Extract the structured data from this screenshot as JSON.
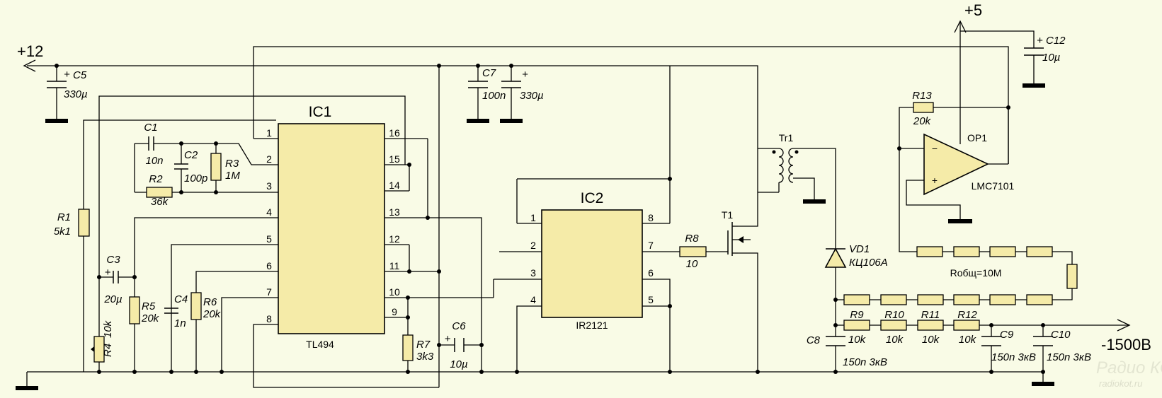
{
  "rails": {
    "v12": "+12",
    "v5": "+5",
    "hv": "-1500В"
  },
  "ics": {
    "ic1": {
      "name": "IC1",
      "part": "TL494",
      "left_pins": [
        "1",
        "2",
        "3",
        "4",
        "5",
        "6",
        "7",
        "8"
      ],
      "right_pins": [
        "16",
        "15",
        "14",
        "13",
        "12",
        "11",
        "10",
        "9"
      ]
    },
    "ic2": {
      "name": "IC2",
      "part": "IR2121",
      "left_pins": [
        "1",
        "2",
        "3",
        "4"
      ],
      "right_pins": [
        "8",
        "7",
        "6",
        "5"
      ]
    },
    "op1": {
      "name": "OP1",
      "part": "LMC7101",
      "minus": "−",
      "plus": "+"
    }
  },
  "resistors": {
    "r1": {
      "ref": "R1",
      "value": "5k1"
    },
    "r2": {
      "ref": "R2",
      "value": "36k"
    },
    "r3": {
      "ref": "R3",
      "value": "1M"
    },
    "r4": {
      "ref": "R4",
      "value": "10k"
    },
    "r5": {
      "ref": "R5",
      "value": "20k"
    },
    "r6": {
      "ref": "R6",
      "value": "20k"
    },
    "r7": {
      "ref": "R7",
      "value": "3k3"
    },
    "r8": {
      "ref": "R8",
      "value": "10"
    },
    "r9": {
      "ref": "R9",
      "value": "10k"
    },
    "r10": {
      "ref": "R10",
      "value": "10k"
    },
    "r11": {
      "ref": "R11",
      "value": "10k"
    },
    "r12": {
      "ref": "R12",
      "value": "10k"
    },
    "r13": {
      "ref": "R13",
      "value": "20k"
    },
    "chain": "Rобщ=10M"
  },
  "capacitors": {
    "c1": {
      "ref": "C1",
      "value": "10n"
    },
    "c2": {
      "ref": "C2",
      "value": "100p"
    },
    "c3": {
      "ref": "C3",
      "value": "20µ"
    },
    "c4": {
      "ref": "C4",
      "value": "1n"
    },
    "c5": {
      "ref": "C5",
      "value": "330µ"
    },
    "c6": {
      "ref": "C6",
      "value": "10µ"
    },
    "c7": {
      "ref": "C7",
      "value": "100n"
    },
    "c7b": {
      "value": "330µ"
    },
    "c8": {
      "ref": "C8",
      "value": "150n 3кВ"
    },
    "c9": {
      "ref": "C9",
      "value": "150n 3кВ"
    },
    "c10": {
      "ref": "C10",
      "value": "150n 3кВ"
    },
    "c12": {
      "ref": "C12",
      "value": "10µ"
    },
    "plus": "+"
  },
  "semis": {
    "vd1": {
      "ref": "VD1",
      "value": "КЦ106А"
    },
    "t1": {
      "ref": "T1"
    },
    "tr1": {
      "ref": "Tr1"
    }
  },
  "watermark": {
    "logo": "Радио КОТ",
    "url": "radiokot.ru"
  }
}
